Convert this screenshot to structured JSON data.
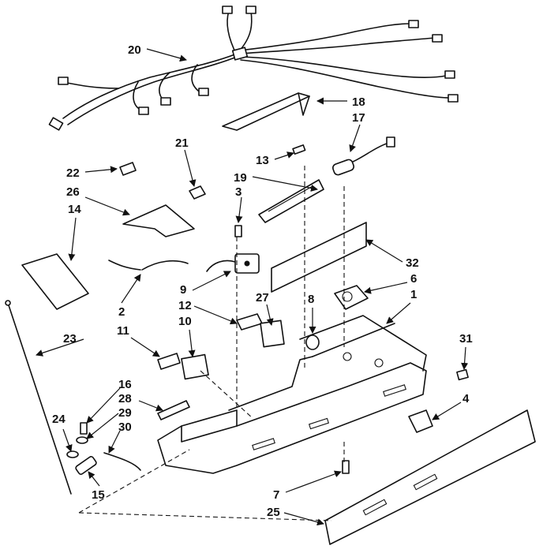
{
  "callouts": {
    "c1": "1",
    "c2": "2",
    "c3": "3",
    "c4": "4",
    "c6": "6",
    "c7": "7",
    "c8": "8",
    "c9": "9",
    "c10": "10",
    "c11": "11",
    "c12": "12",
    "c13": "13",
    "c14": "14",
    "c15": "15",
    "c16": "16",
    "c17": "17",
    "c18": "18",
    "c19": "19",
    "c20": "20",
    "c21": "21",
    "c22": "22",
    "c23": "23",
    "c24": "24",
    "c25": "25",
    "c26": "26",
    "c27": "27",
    "c28": "28",
    "c29": "29",
    "c30": "30",
    "c31": "31",
    "c32": "32"
  },
  "colors": {
    "ink": "#111111",
    "paper": "#ffffff"
  }
}
